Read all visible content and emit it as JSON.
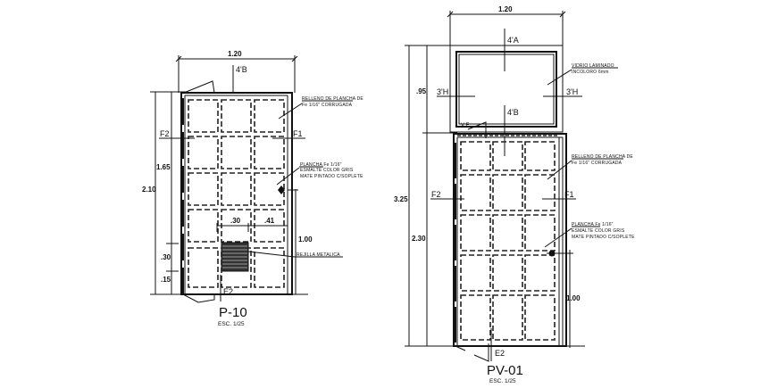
{
  "drawings": [
    {
      "id": "P-10",
      "title": "P-10",
      "scale": "ESC. 1/25",
      "dimensions": {
        "width": "1.20",
        "total_height": "2.10",
        "leaf_height": "1.65",
        "grille_width": ".30",
        "grille_offset": ".41",
        "handle_height": "1.00",
        "grille_height": ".30",
        "grille_base": ".15"
      },
      "section_tags": {
        "top": "4'B",
        "left": "F2",
        "right": "F1",
        "bottom": "E2"
      },
      "notes": {
        "fill": [
          "RELLENO DE PLANCHA DE",
          "Fe 1/16\" CORRUGADA"
        ],
        "sheet": [
          "PLANCHA Fe 1/16\"",
          "ESMALTE COLOR GRIS",
          "MATE PINTADO C/SOPLETE"
        ],
        "grille": "REJILLA METALICA"
      }
    },
    {
      "id": "PV-01",
      "title": "PV-01",
      "scale": "ESC. 1/25",
      "dimensions": {
        "width": "1.20",
        "total_height": "3.25",
        "transom_height": ".95",
        "door_height": "2.30",
        "handle_height": "1.00"
      },
      "section_tags": {
        "transom_top": "4'A",
        "transom_left": "3'H",
        "transom_right": "3'H",
        "door_top": "4'B",
        "left": "F2",
        "right": "F1",
        "bottom": "E2",
        "transom_frame": "V.F"
      },
      "notes": {
        "glass": [
          "VIDRIO LAMINADO",
          "INCOLORO 6mm"
        ],
        "fill": [
          "RELLENO DE PLANCHA DE",
          "Fe 1/16\" CORRUGADA"
        ],
        "sheet": [
          "PLANCHA Fe 1/16\"",
          "ESMALTE COLOR GRIS",
          "MATE PINTADO C/SOPLETE"
        ]
      }
    }
  ]
}
